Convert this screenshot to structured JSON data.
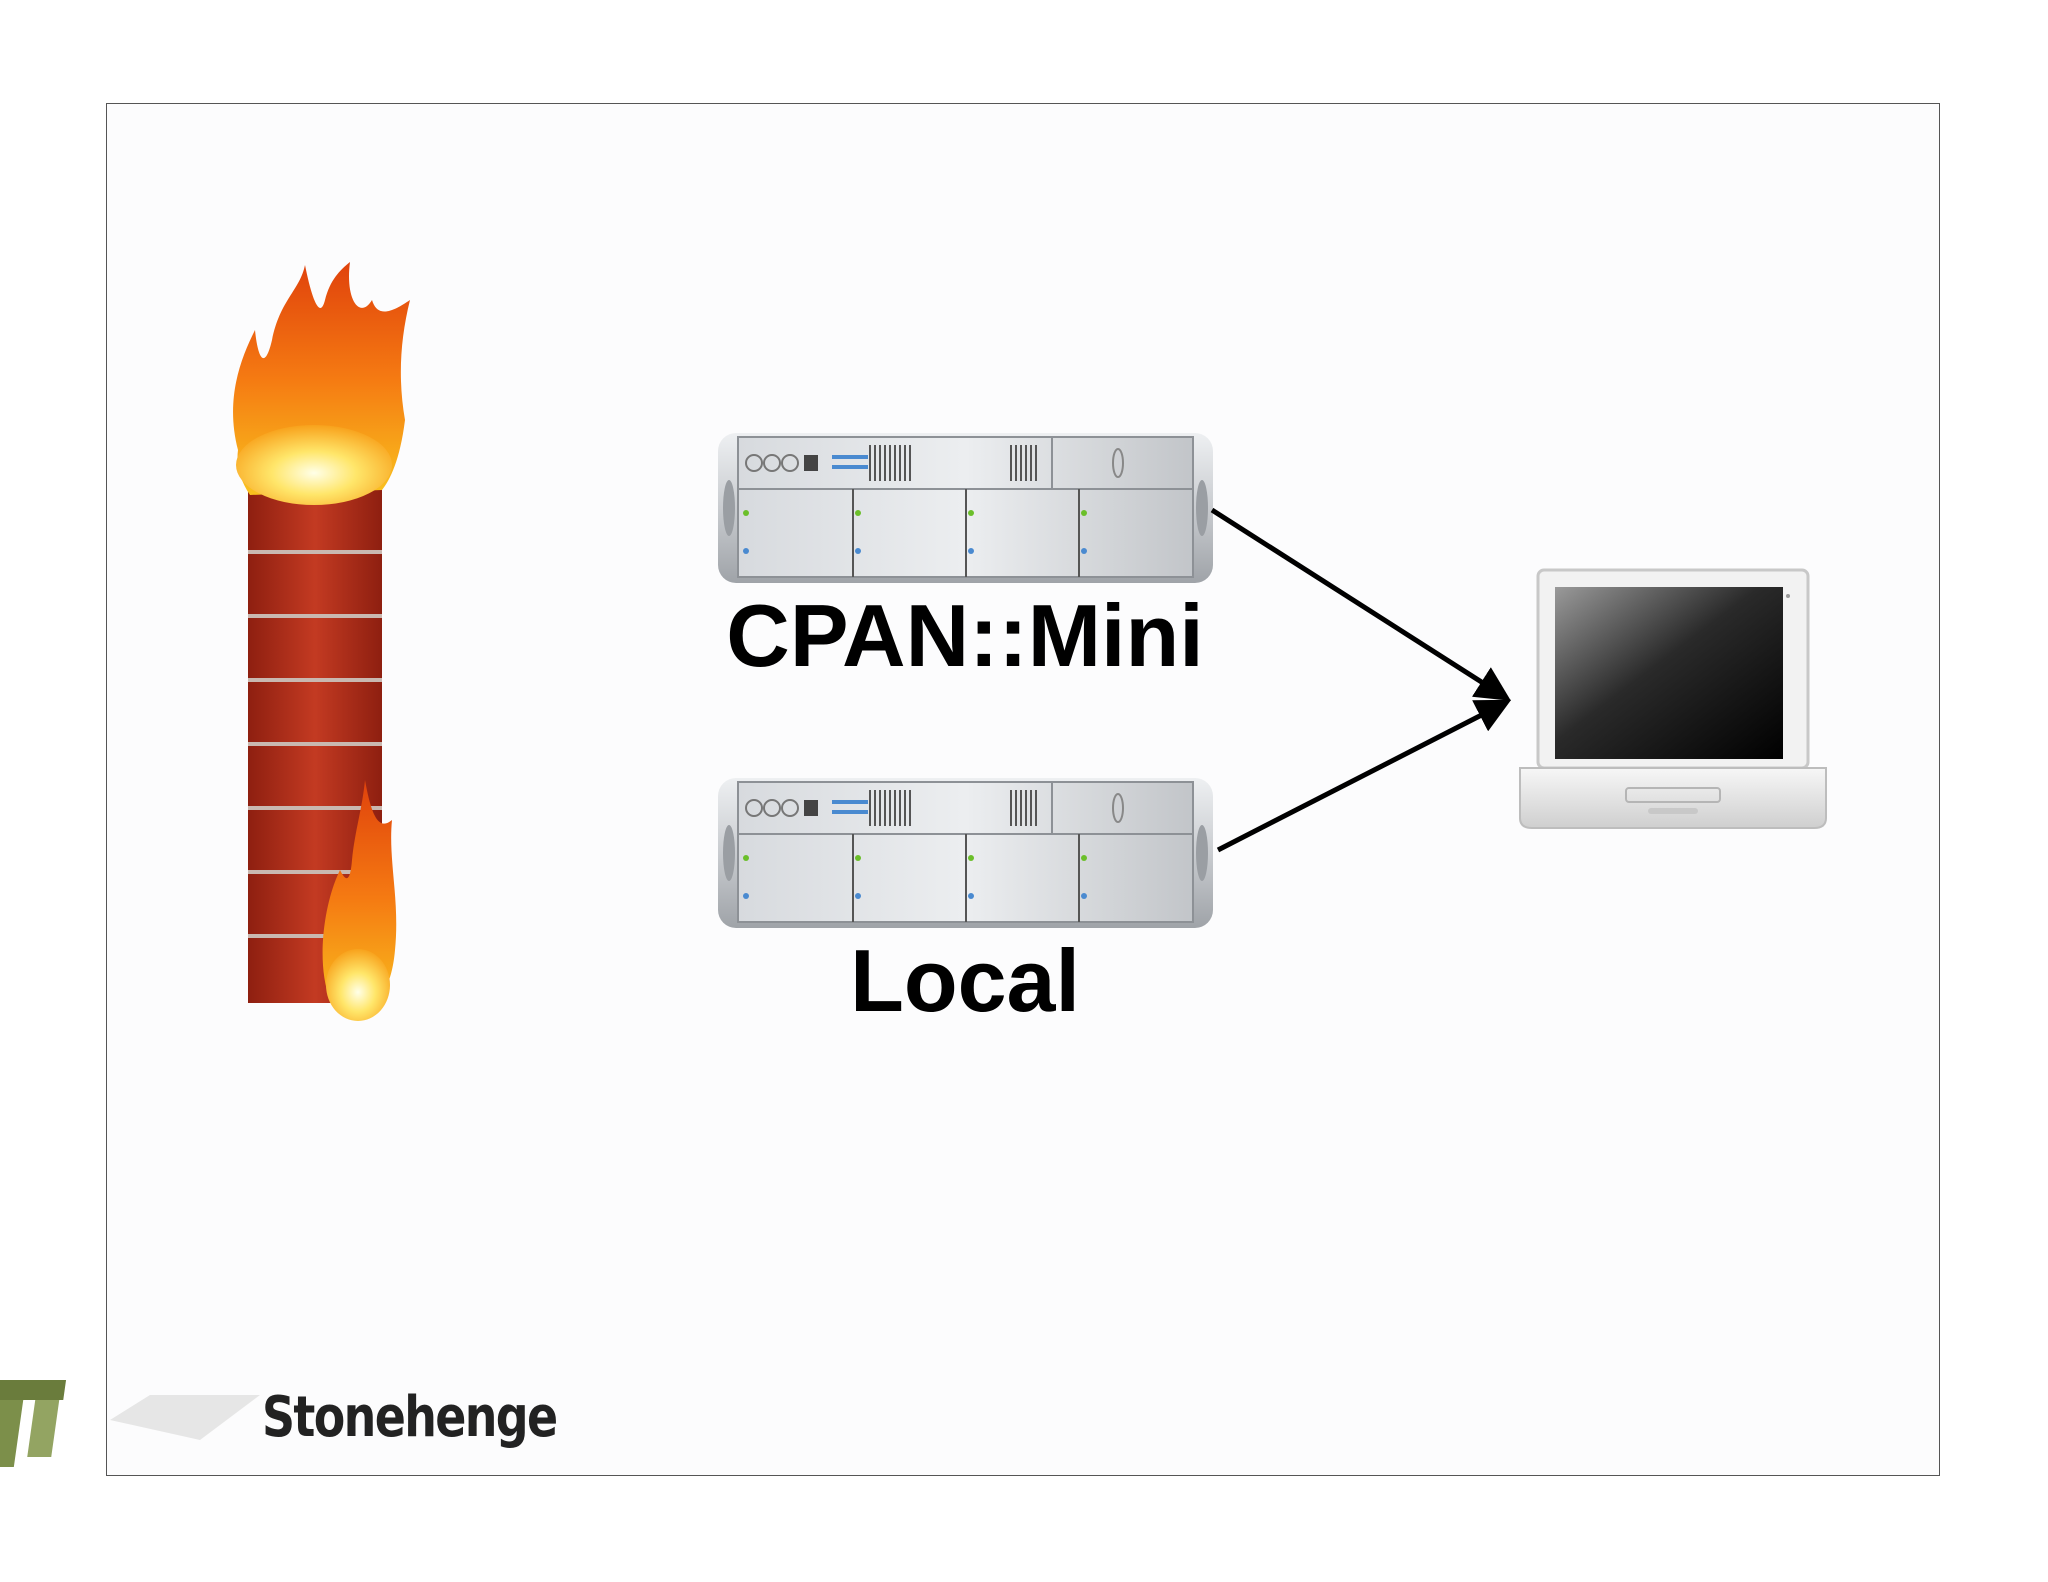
{
  "diagram": {
    "nodes": [
      {
        "id": "firewall",
        "icon": "burning-firewall-icon"
      },
      {
        "id": "cpan-mini-server",
        "icon": "rack-server-icon",
        "label": "CPAN::Mini"
      },
      {
        "id": "local-server",
        "icon": "rack-server-icon",
        "label": "Local"
      },
      {
        "id": "laptop",
        "icon": "laptop-icon"
      }
    ],
    "edges": [
      {
        "from": "cpan-mini-server",
        "to": "laptop"
      },
      {
        "from": "local-server",
        "to": "laptop"
      }
    ]
  },
  "labels": {
    "cpan": "CPAN::Mini",
    "local": "Local"
  },
  "logo": {
    "text": "Stonehenge",
    "icon": "stonehenge-logo-icon"
  },
  "colors": {
    "brick": "#b3301d",
    "flame": "#f57a12",
    "server": "#c9ccd0",
    "logo_green": "#7c8f4a"
  }
}
